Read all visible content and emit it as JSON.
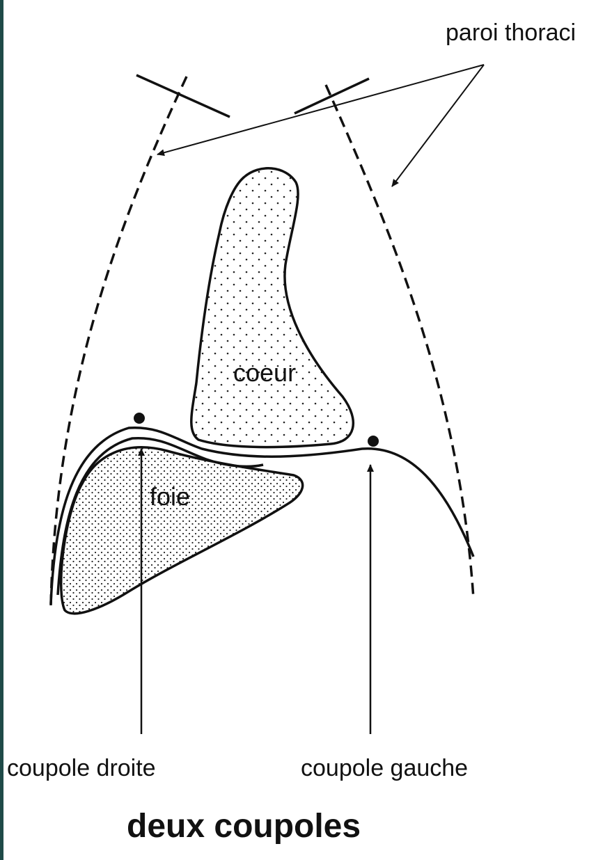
{
  "labels": {
    "paroi": "paroi thoraci",
    "coeur": "coeur",
    "foie": "foie",
    "coupole_droite": "coupole droite",
    "coupole_gauche": "coupole gauche",
    "title": "deux coupoles"
  },
  "colors": {
    "ink": "#111111",
    "background": "#ffffff",
    "left_border": "#1f4a48"
  }
}
